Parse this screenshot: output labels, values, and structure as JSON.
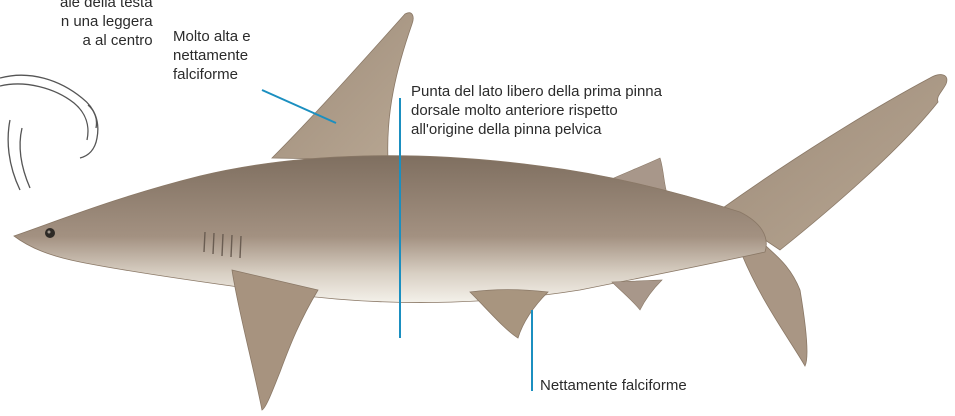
{
  "annotations": {
    "head_note": {
      "lines": [
        "ale della testa",
        "n una leggera",
        "a al centro"
      ]
    },
    "dorsal_fin_note": {
      "lines": [
        "Molto alta e",
        "nettamente",
        "falciforme"
      ]
    },
    "free_tip_note": {
      "lines": [
        "Punta del lato libero della prima pinna",
        "dorsale molto anteriore rispetto",
        "all'origine della pinna pelvica"
      ]
    },
    "pelvic_fin_note": {
      "lines": [
        "Nettamente falciforme"
      ]
    }
  },
  "colors": {
    "leader_line": "#1b8fc0",
    "body_dark": "#8b7a69",
    "body_mid": "#a89583",
    "belly": "#f2efe8",
    "outline": "#4a4a4a"
  }
}
